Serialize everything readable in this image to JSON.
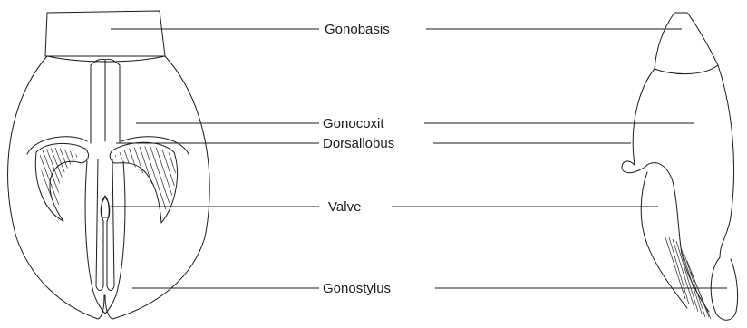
{
  "labels": {
    "gonobasis": "Gonobasis",
    "gonocoxit": "Gonocoxit",
    "dorsallobus": "Dorsallobus",
    "valve": "Valve",
    "gonostylus": "Gonostylus"
  },
  "colors": {
    "ink": "#1a1a1a",
    "background": "#ffffff"
  }
}
